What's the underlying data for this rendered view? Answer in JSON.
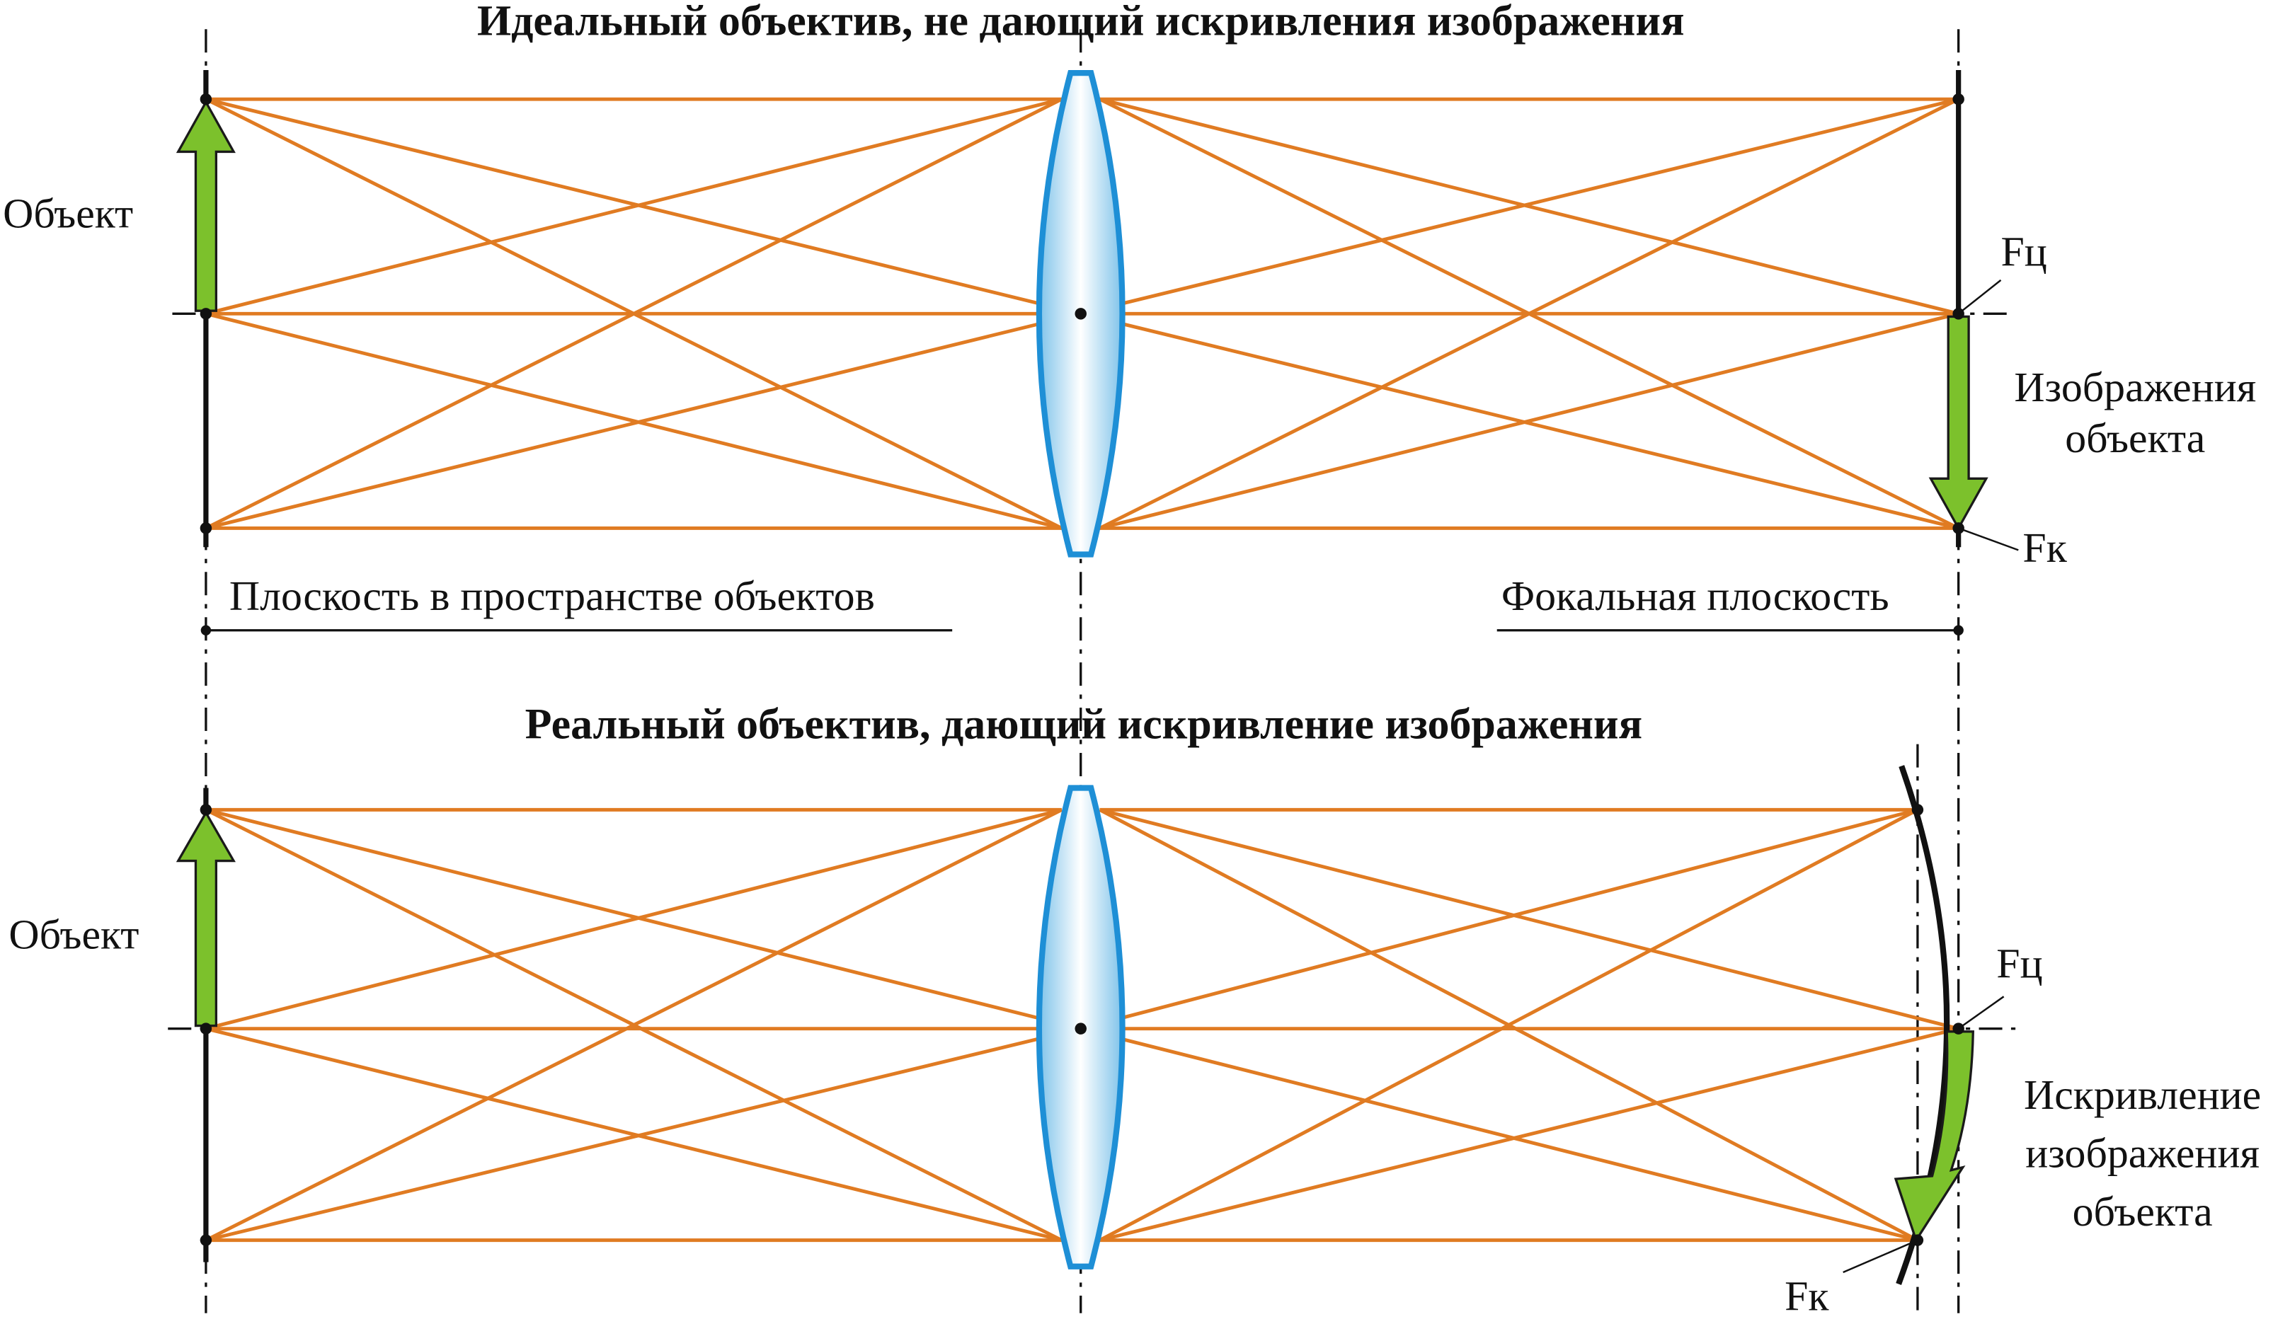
{
  "top": {
    "title": "Идеальный объектив, не дающий искривления изображения",
    "object_label": "Объект",
    "image_label_line1": "Изображения",
    "image_label_line2": "объекта",
    "f_center": "Fц",
    "f_edge": "Fк",
    "object_plane_label": "Плоскость в пространстве объектов",
    "focal_plane_label": "Фокальная плоскость"
  },
  "bottom": {
    "title": "Реальный объектив, дающий искривление изображения",
    "object_label": "Объект",
    "image_label_line1": "Искривление",
    "image_label_line2": "изображения",
    "image_label_line3": "объекта",
    "f_center": "Fц",
    "f_edge": "Fк"
  },
  "colors": {
    "ray": "#e07b22",
    "lens": "#1e8fd6",
    "arrow": "#7cc12c"
  }
}
